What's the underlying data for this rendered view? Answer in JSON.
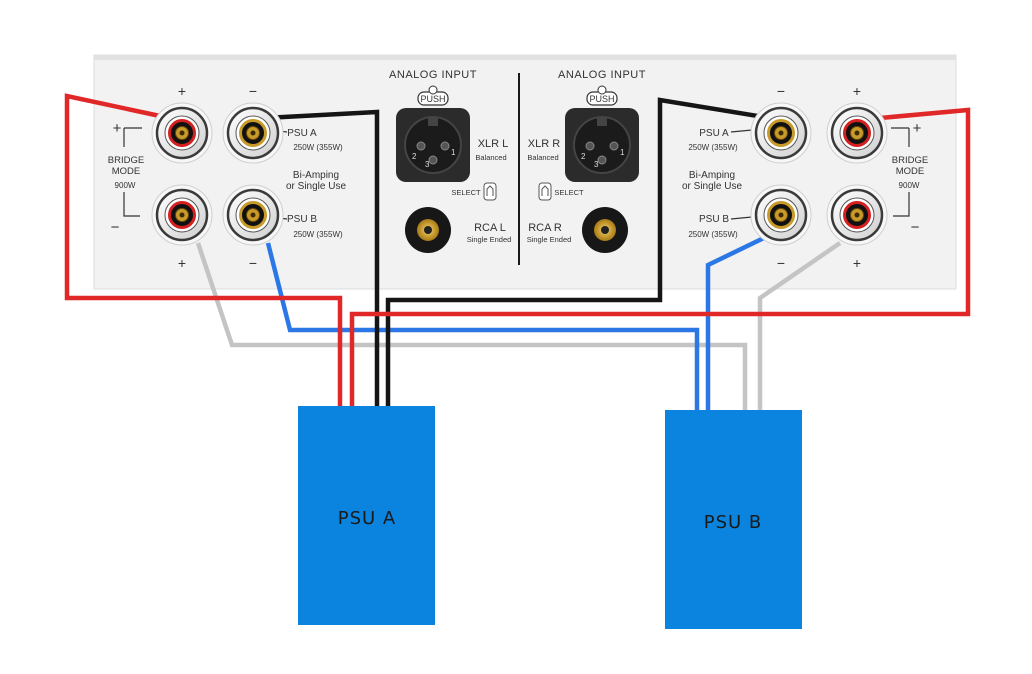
{
  "panel": {
    "left": {
      "analog_input": "ANALOG INPUT",
      "push": "PUSH",
      "xlr_label": "XLR L",
      "xlr_sub": "Balanced",
      "select": "SELECT",
      "rca_label": "RCA L",
      "rca_sub": "Single Ended",
      "psu_a": "PSU A",
      "psu_a_power": "250W (355W)",
      "biamp_1": "Bi-Amping",
      "biamp_2": "or Single Use",
      "psu_b": "PSU B",
      "psu_b_power": "250W (355W)",
      "bridge_1": "BRIDGE",
      "bridge_2": "MODE",
      "bridge_power": "900W",
      "plus": "+",
      "minus": "−"
    },
    "right": {
      "analog_input": "ANALOG INPUT",
      "push": "PUSH",
      "xlr_label": "XLR R",
      "xlr_sub": "Balanced",
      "select": "SELECT",
      "rca_label": "RCA R",
      "rca_sub": "Single Ended",
      "psu_a": "PSU A",
      "psu_a_power": "250W (355W)",
      "biamp_1": "Bi-Amping",
      "biamp_2": "or Single Use",
      "psu_b": "PSU B",
      "psu_b_power": "250W (355W)",
      "bridge_1": "BRIDGE",
      "bridge_2": "MODE",
      "bridge_power": "900W",
      "plus": "+",
      "minus": "−"
    },
    "xlr_pins": [
      "1",
      "2",
      "3"
    ]
  },
  "psu_boxes": {
    "a": "PSU A",
    "b": "PSU B"
  },
  "colors": {
    "panel": "#f0f0f0",
    "psu_box": "#0a84de",
    "wire_red": "#e02828",
    "wire_black": "#151515",
    "wire_blue": "#2c77e6",
    "wire_gray": "#c2c2c2",
    "terminal_red": "#d42020",
    "terminal_gold": "#c89a2a",
    "rca_gold": "#e2b410"
  }
}
